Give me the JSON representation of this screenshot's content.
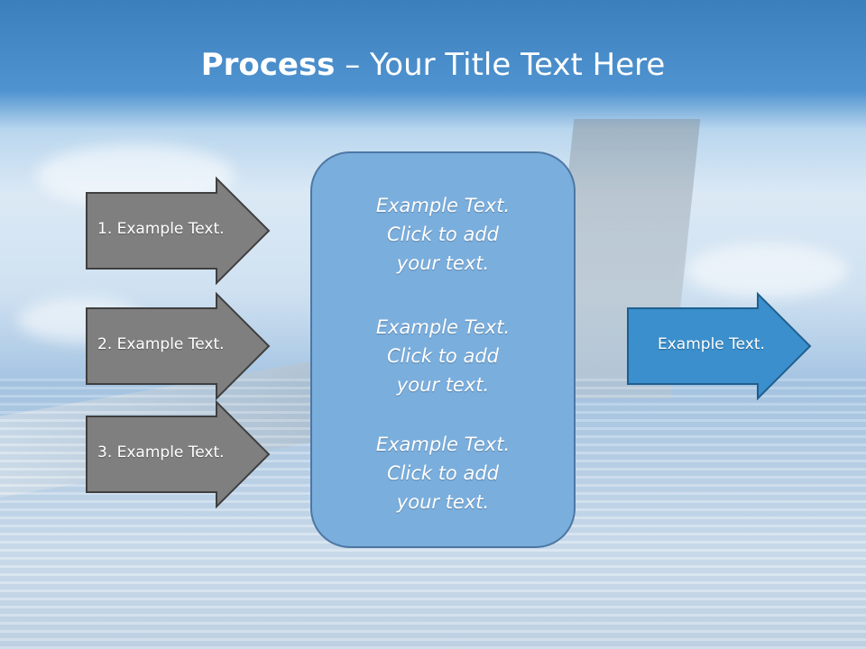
{
  "slide": {
    "title_bold": "Process",
    "title_rest": " – Your Title Text Here"
  },
  "left_arrows": [
    {
      "label": "1. Example Text."
    },
    {
      "label": "2. Example Text."
    },
    {
      "label": "3. Example Text."
    }
  ],
  "center_blocks": [
    {
      "line1": "Example Text.",
      "line2": "Click  to add",
      "line3": "your text."
    },
    {
      "line1": "Example Text.",
      "line2": "Click  to add",
      "line3": "your text."
    },
    {
      "line1": "Example Text.",
      "line2": "Click  to add",
      "line3": "your text."
    }
  ],
  "right_arrow": {
    "label": "Example Text."
  },
  "colors": {
    "left_arrow_fill": "#7f7f7f",
    "center_box_fill": "#7aaedd",
    "right_arrow_fill": "#3a8fcc",
    "title_text": "#ffffff"
  }
}
